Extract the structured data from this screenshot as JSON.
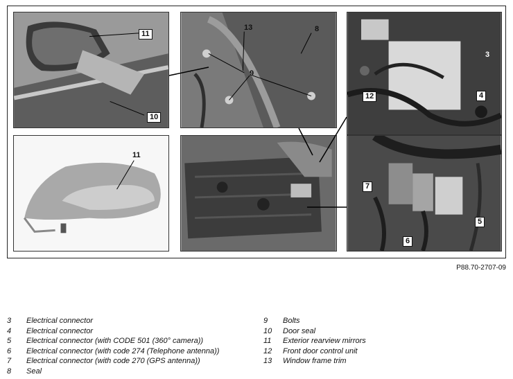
{
  "figure": {
    "reference": "P88.70-2707-09",
    "callouts": {
      "c11_top": "11",
      "c10": "10",
      "c13": "13",
      "c8": "8",
      "c9": "9",
      "c3": "3",
      "c4": "4",
      "c12": "12",
      "c11_mid": "11",
      "c7": "7",
      "c6": "6",
      "c5": "5"
    }
  },
  "legend_left": [
    {
      "num": "3",
      "text": "Electrical connector"
    },
    {
      "num": "4",
      "text": "Electrical connector"
    },
    {
      "num": "5",
      "text": "Electrical connector (with CODE 501 (360° camera))"
    },
    {
      "num": "6",
      "text": "Electrical connector (with code 274 (Telephone antenna))"
    },
    {
      "num": "7",
      "text": "Electrical connector (with code 270 (GPS antenna))"
    },
    {
      "num": "8",
      "text": "Seal"
    }
  ],
  "legend_right": [
    {
      "num": "9",
      "text": "Bolts"
    },
    {
      "num": "10",
      "text": "Door seal"
    },
    {
      "num": "11",
      "text": "Exterior rearview mirrors"
    },
    {
      "num": "12",
      "text": "Front door control unit"
    },
    {
      "num": "13",
      "text": "Window frame trim"
    }
  ]
}
